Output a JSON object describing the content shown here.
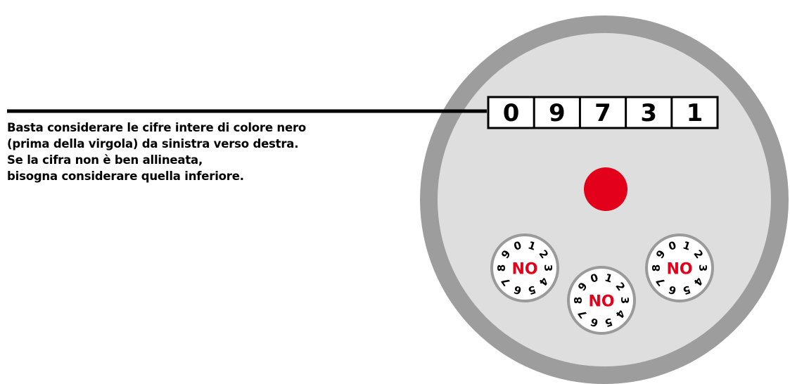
{
  "caption": {
    "lines": [
      "Basta considerare le cifre intere di colore nero",
      "(prima della virgola) da sinistra verso destra.",
      "Se la cifra non è ben allineata,",
      "bisogna considerare quella inferiore."
    ]
  },
  "meter": {
    "odometer_digits": [
      "0",
      "9",
      "7",
      "3",
      "1"
    ],
    "dial_label": "NO",
    "dial_numbers": [
      "0",
      "1",
      "2",
      "3",
      "4",
      "5",
      "6",
      "7",
      "8",
      "9"
    ],
    "dial_count": 3
  },
  "colors": {
    "outer_ring": "#9d9d9d",
    "inner_face": "#dedede",
    "indicator_red": "#e2001a",
    "dial_border": "#9a9a9a",
    "dial_face": "#ffffff",
    "line": "#000000",
    "digit_box_border": "#000000"
  }
}
